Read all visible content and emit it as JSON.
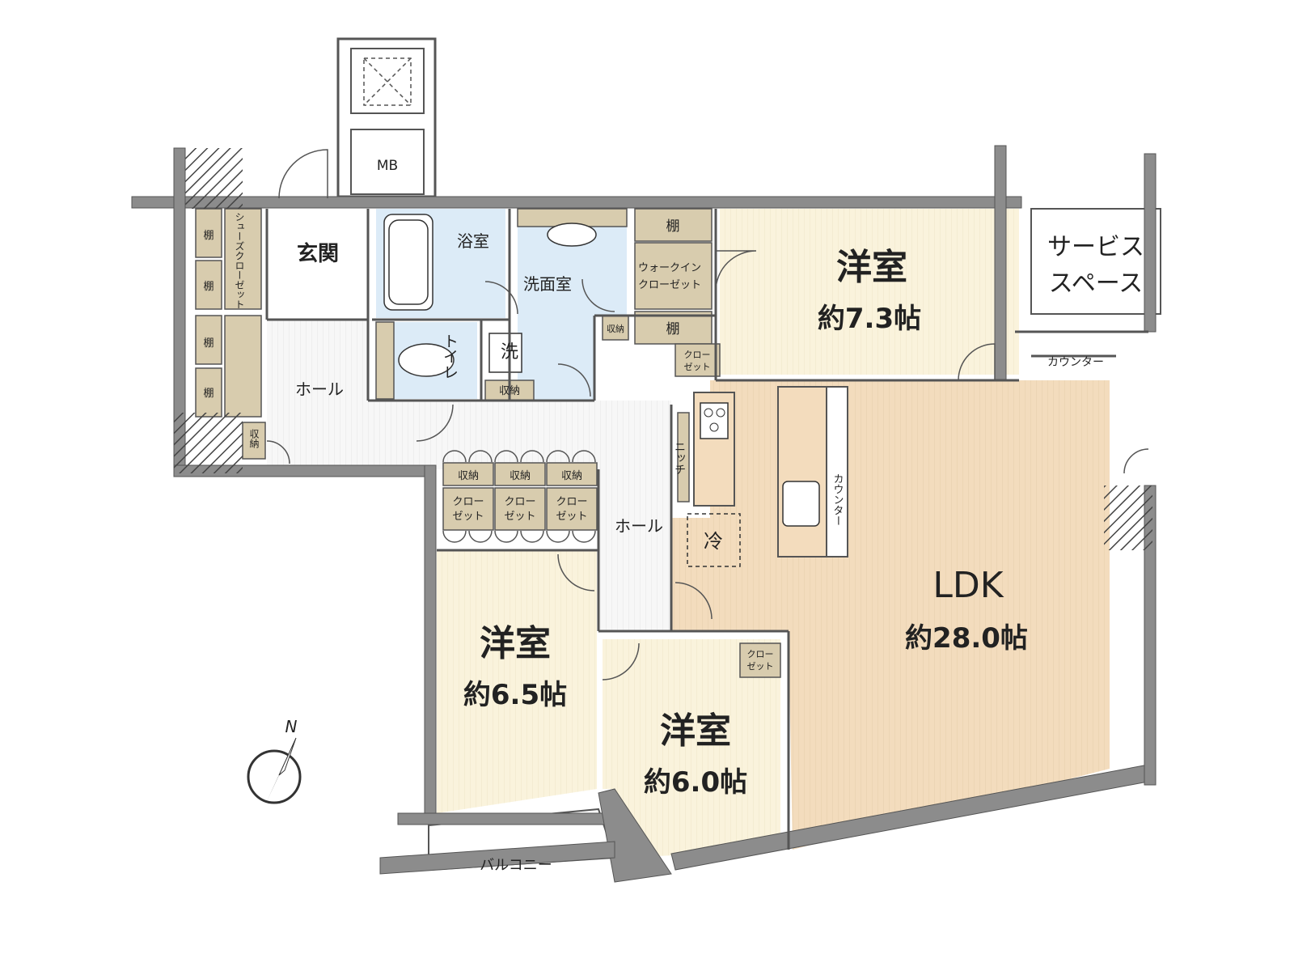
{
  "colors": {
    "wall": "#8c8c8c",
    "wood_floor": "#f3dcbd",
    "room_floor": "#faf3dc",
    "hall_floor": "#f7f7f7",
    "wet_area": "#dcebf7",
    "storage": "#d8ccae",
    "outline": "#555555"
  },
  "labels": {
    "mb": "MB",
    "genkan": "玄関",
    "yokushitsu": "浴室",
    "senmenshitsu": "洗面室",
    "walkin_line1": "ウォークイン",
    "walkin_line2": "クローゼット",
    "tana": "棚",
    "shoes_closet": "シューズクローゼット",
    "toilet": "トイレ",
    "sen": "洗",
    "shuno": "収納",
    "hall": "ホール",
    "closet_line1": "クロー",
    "closet_line2": "ゼット",
    "niche": "ニッチ",
    "rei": "冷",
    "counter": "カウンター",
    "service_line1": "サービス",
    "service_line2": "スペース",
    "balcony": "バルコニー",
    "north": "N"
  },
  "rooms": {
    "western1": {
      "name": "洋室",
      "area": "約7.3帖"
    },
    "western2": {
      "name": "洋室",
      "area": "約6.5帖"
    },
    "western3": {
      "name": "洋室",
      "area": "約6.0帖"
    },
    "ldk": {
      "name": "LDK",
      "area": "約28.0帖"
    }
  }
}
